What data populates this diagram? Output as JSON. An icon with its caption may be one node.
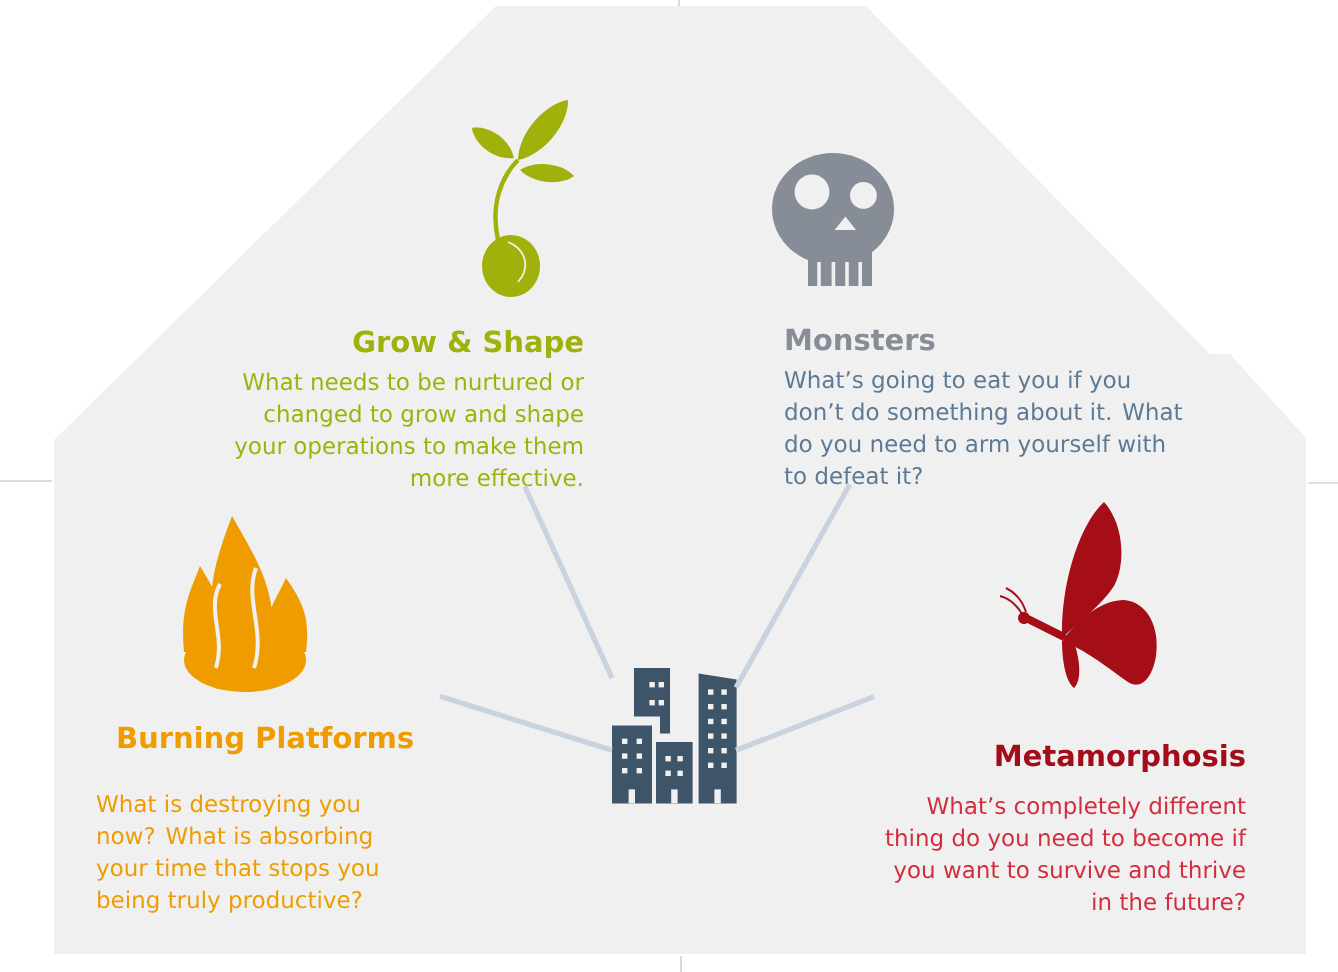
{
  "diagram": {
    "nodes": [
      {
        "text": [
          "Grow & Shape",
          "What needs to be nurtured or changed to grow and shape your operations to make them more effective."
        ]
      },
      {
        "text": [
          "Monsters",
          "What’s going to eat you if you don’t do something about it. What do you need to arm yourself with to defeat it?"
        ]
      },
      {
        "text": [
          "Burning Platforms",
          "What is destroying you now? What is absorbing your time that stops you being truly productive?"
        ]
      },
      {
        "text": [
          "Metamorphosis",
          "What’s completely different thing do you need to become if you want to survive and thrive in the future?"
        ]
      },
      {
        "text": [],
        "shape": "picture"
      }
    ],
    "edges": [
      {
        "from": 4,
        "to": 0,
        "arrow": "none"
      },
      {
        "from": 4,
        "to": 1,
        "arrow": "none"
      },
      {
        "from": 4,
        "to": 2,
        "arrow": "none"
      },
      {
        "from": 4,
        "to": 3,
        "arrow": "none"
      }
    ]
  }
}
